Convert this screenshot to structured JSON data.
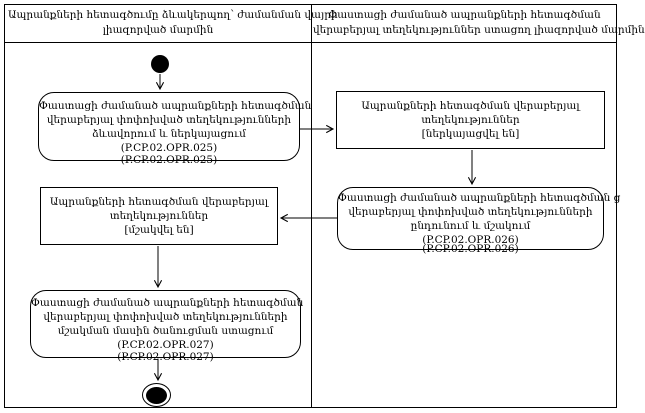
{
  "colors": {
    "line": "#000000",
    "background": "#ffffff",
    "text": "#000000"
  },
  "lanes": [
    {
      "header_lines": [
        "Ապրանքների հետագծումը ձևակերպող՝ ժամանման վայրի",
        "լիազորված մարմին"
      ]
    },
    {
      "header_lines": [
        "Փաստացի ժամանած ապրանքների հետագծման",
        "վերաբերյալ տեղեկություններ ստացող լիազորված մարմին"
      ]
    }
  ],
  "nodes": {
    "activity1": {
      "lines": [
        "Փաստացի ժամանած ապրանքների հետագծման",
        "վերաբերյալ փոփոխված տեղեկությունների",
        "ձևավորում և ներկայացում",
        "(P.CP.02.OPR.025)"
      ],
      "clipped_artifact": "(P.CP.02.OPR.025)"
    },
    "object1": {
      "lines": [
        "Ապրանքների հետագծման վերաբերյալ",
        "տեղեկություններ",
        "[ներկայացվել են]"
      ]
    },
    "activity2": {
      "lines": [
        "Փաստացի ժամանած ապրանքների հետագծման ց",
        "վերաբերյալ փոփոխված տեղեկությունների",
        "ընդունում և մշակում",
        "(P.CP.02.OPR.026)"
      ],
      "clipped_artifact": "(P.CP.02.OPR.026)"
    },
    "object2": {
      "lines": [
        "Ապրանքների հետագծման վերաբերյալ",
        "տեղեկություններ",
        "[մշակվել են]"
      ]
    },
    "activity3": {
      "lines": [
        "Փաստացի ժամանած ապրանքների հետագծման",
        "վերաբերյալ փոփոխված տեղեկությունների",
        "մշակման մասին ծանուցման ստացում",
        "(P.CP.02.OPR.027)"
      ],
      "clipped_artifact": "(P.CP.02.OPR.027)"
    }
  }
}
